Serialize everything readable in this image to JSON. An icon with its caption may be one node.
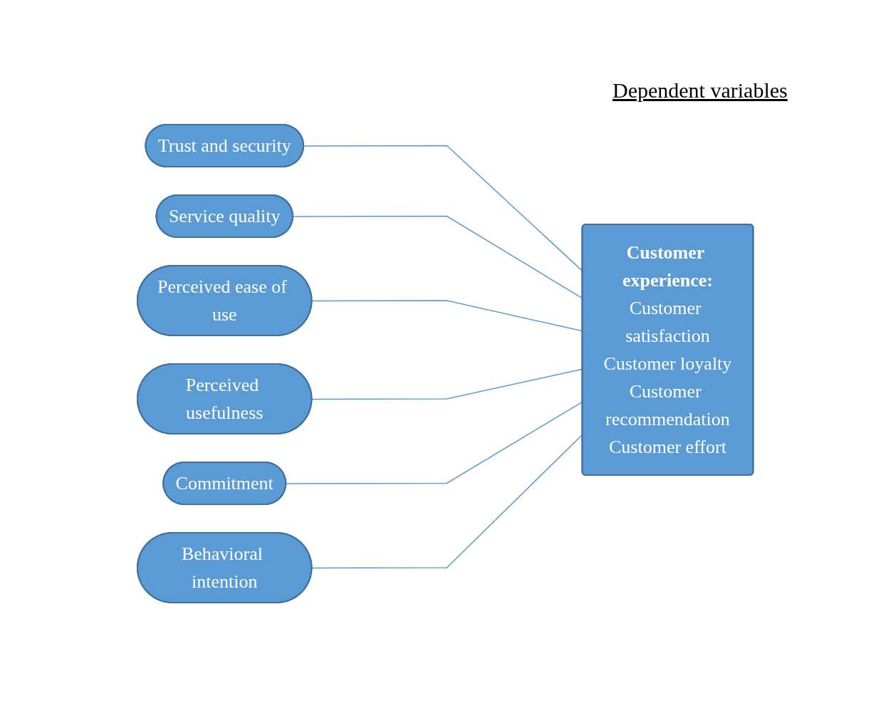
{
  "diagram": {
    "nodes": [
      {
        "text": [
          "Trust and security"
        ]
      },
      {
        "text": [
          "Service quality"
        ]
      },
      {
        "text": [
          "Perceived ease of use"
        ]
      },
      {
        "text": [
          "Perceived usefulness"
        ]
      },
      {
        "text": [
          "Commitment"
        ]
      },
      {
        "text": [
          "Behavioral intention"
        ]
      },
      {
        "text": [
          "Customer experience:",
          "Customer satisfaction",
          "Customer loyalty",
          "Customer recommendation",
          "Customer effort"
        ]
      }
    ],
    "edges": [
      {
        "from": 0,
        "to": 6,
        "arrow": "none"
      },
      {
        "from": 1,
        "to": 6,
        "arrow": "none"
      },
      {
        "from": 2,
        "to": 6,
        "arrow": "none"
      },
      {
        "from": 3,
        "to": 6,
        "arrow": "none"
      },
      {
        "from": 4,
        "to": 6,
        "arrow": "none"
      },
      {
        "from": 5,
        "to": 6,
        "arrow": "none"
      }
    ],
    "labels": [
      "Dependent variables"
    ]
  }
}
